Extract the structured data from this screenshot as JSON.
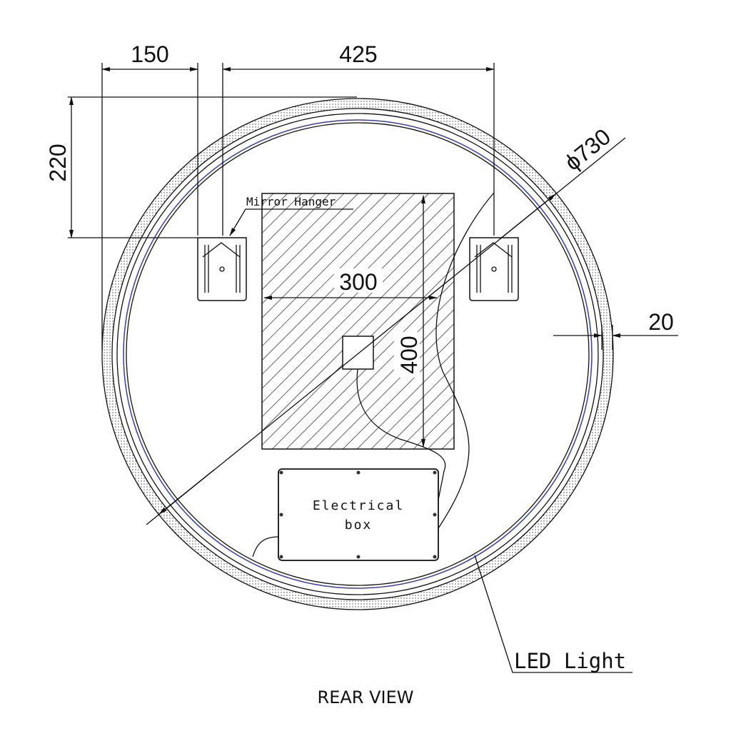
{
  "dimensions": {
    "hanger_offset": "150",
    "hanger_spacing": "425",
    "hanger_height": "220",
    "diameter": "ϕ730",
    "zone_width": "300",
    "zone_height": "400",
    "ring_width": "20"
  },
  "labels": {
    "mirror_hanger": "Mirror Hanger",
    "electrical_box_line1": "Electrical",
    "electrical_box_line2": "box",
    "led_light": "LED Light",
    "view_title": "REAR VIEW"
  },
  "colors": {
    "line": "#111111",
    "led": "#3a3ac0"
  }
}
